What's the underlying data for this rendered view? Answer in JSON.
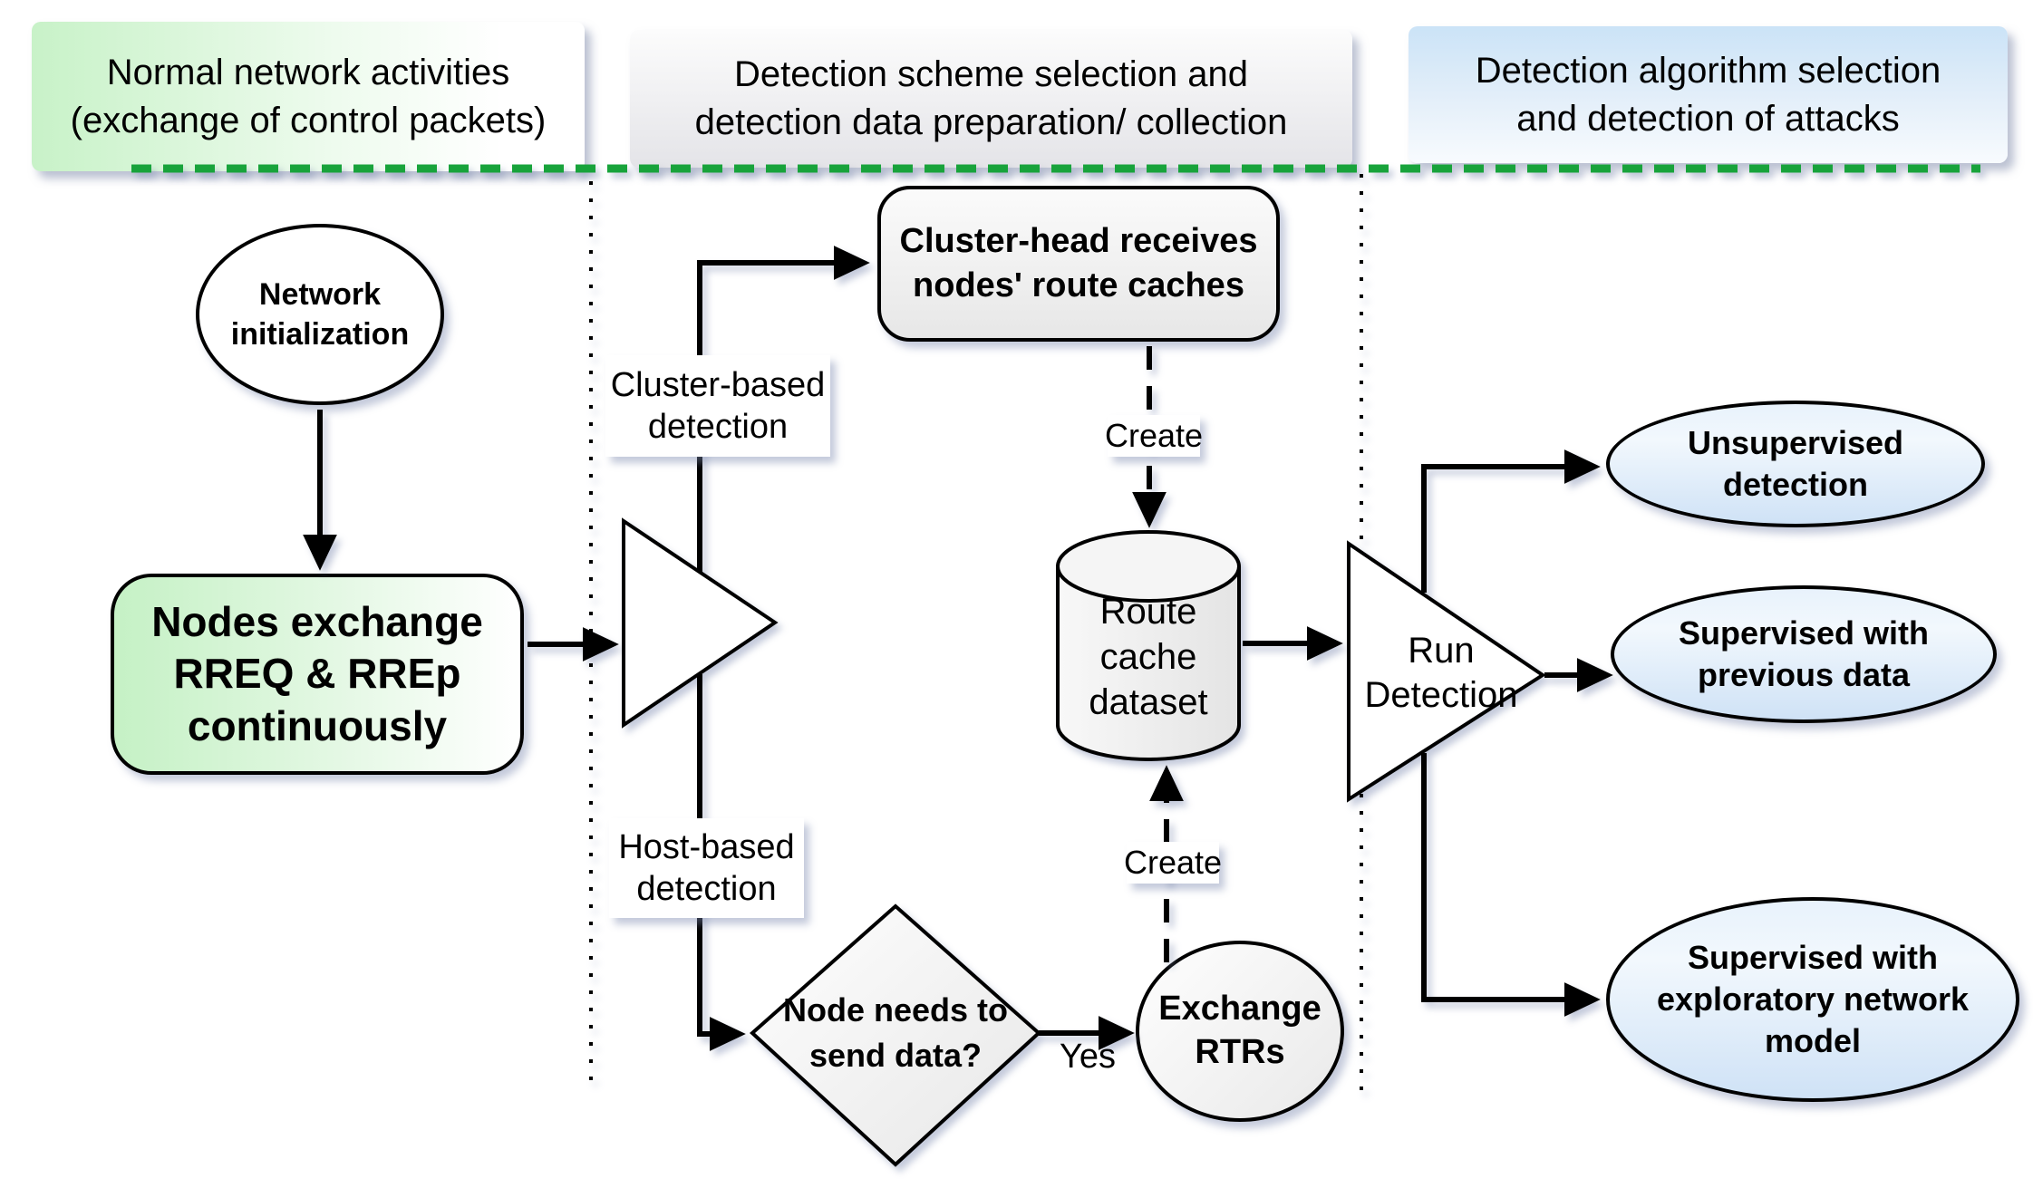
{
  "headers": {
    "normal": {
      "text": "Normal network activities\n(exchange of control packets)"
    },
    "scheme": {
      "text": "Detection scheme selection and\ndetection data preparation/ collection"
    },
    "algorithm": {
      "text": "Detection algorithm selection\nand detection of attacks"
    }
  },
  "nodes": {
    "network_init": {
      "text": "Network\ninitialization",
      "shape": "ellipse"
    },
    "nodes_exchange": {
      "text": "Nodes exchange\nRREQ & RREp\ncontinuously",
      "shape": "rounded-rect"
    },
    "cluster_head": {
      "text": "Cluster-head receives\nnodes' route caches",
      "shape": "rounded-rect"
    },
    "route_cache_dataset": {
      "text": "Route\ncache\ndataset",
      "shape": "cylinder"
    },
    "node_needs_to_send": {
      "text": "Node needs to\nsend data?",
      "shape": "diamond"
    },
    "exchange_rtrs": {
      "text": "Exchange\nRTRs",
      "shape": "circle"
    },
    "run_detection": {
      "text": "Run\nDetection",
      "shape": "triangle"
    },
    "unsupervised": {
      "text": "Unsupervised\ndetection",
      "shape": "ellipse"
    },
    "supervised_previous": {
      "text": "Supervised with\nprevious data",
      "shape": "ellipse"
    },
    "supervised_exploratory": {
      "text": "Supervised with\nexploratory network\nmodel",
      "shape": "ellipse"
    }
  },
  "edge_labels": {
    "cluster_based": "Cluster-based\ndetection",
    "host_based": "Host-based\ndetection",
    "create_top": "Create",
    "create_bottom": "Create",
    "yes": "Yes"
  },
  "colors": {
    "green_accent": "#18a33b",
    "green_fill": "#c5f1c5",
    "blue_fill_top": "#e8f2fc",
    "blue_fill_bottom": "#cfe2f6",
    "gray_fill": "#e9e9e9",
    "line": "#000000"
  }
}
